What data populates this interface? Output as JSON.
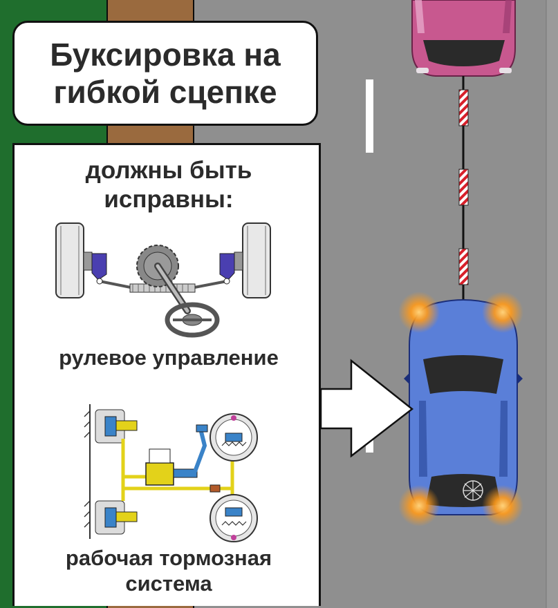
{
  "title": {
    "line1": "Буксировка на",
    "line2": "гибкой сцепке"
  },
  "requirements": {
    "heading_line1": "должны быть",
    "heading_line2": "исправны:",
    "items": [
      {
        "label": "рулевое управление",
        "icon": "steering-system-icon"
      },
      {
        "label_line1": "рабочая тормозная",
        "label_line2": "система",
        "icon": "brake-system-icon"
      }
    ]
  },
  "colors": {
    "grass": "#1f6e2d",
    "soil": "#9a6a3e",
    "road": "#8f8f8f",
    "towing_car": "#c8588f",
    "towed_car": "#5a7fd8",
    "hazard_light": "#ff9a1a",
    "brake_hydraulics": "#e3d21a",
    "steering_link": "#4a3fb0",
    "arrow_fill": "#ffffff"
  }
}
